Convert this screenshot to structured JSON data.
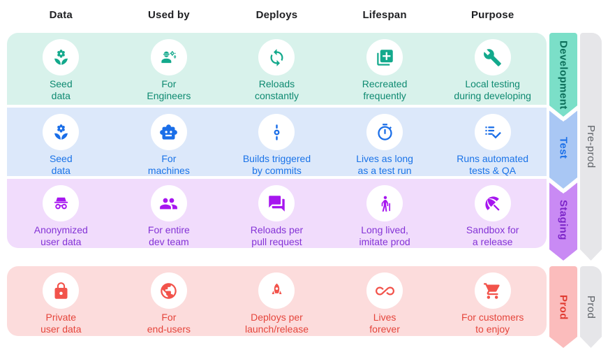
{
  "columns": [
    "Data",
    "Used by",
    "Deploys",
    "Lifespan",
    "Purpose"
  ],
  "rows": [
    {
      "label": "Development",
      "cells": [
        {
          "icon": "seed-icon",
          "text": "Seed\ndata"
        },
        {
          "icon": "engineer-icon",
          "text": "For\nEngineers"
        },
        {
          "icon": "sync-icon",
          "text": "Reloads\nconstantly"
        },
        {
          "icon": "library-add-icon",
          "text": "Recreated\nfrequently"
        },
        {
          "icon": "wrench-icon",
          "text": "Local testing\nduring developing"
        }
      ]
    },
    {
      "label": "Test",
      "cells": [
        {
          "icon": "seed-icon",
          "text": "Seed\ndata"
        },
        {
          "icon": "robot-icon",
          "text": "For\nmachines"
        },
        {
          "icon": "commit-icon",
          "text": "Builds triggered\nby commits"
        },
        {
          "icon": "timer-icon",
          "text": "Lives as long\nas a test run"
        },
        {
          "icon": "checklist-icon",
          "text": "Runs automated\ntests & QA"
        }
      ]
    },
    {
      "label": "Staging",
      "cells": [
        {
          "icon": "incognito-icon",
          "text": "Anonymized\nuser data"
        },
        {
          "icon": "group-icon",
          "text": "For entire\ndev team"
        },
        {
          "icon": "forum-icon",
          "text": "Reloads per\npull request"
        },
        {
          "icon": "elderly-icon",
          "text": "Long lived,\nimitate prod"
        },
        {
          "icon": "umbrella-icon",
          "text": "Sandbox for\na release"
        }
      ]
    },
    {
      "label": "Prod",
      "cells": [
        {
          "icon": "lock-icon",
          "text": "Private\nuser data"
        },
        {
          "icon": "globe-icon",
          "text": "For\nend-users"
        },
        {
          "icon": "rocket-icon",
          "text": "Deploys per\nlaunch/release"
        },
        {
          "icon": "infinity-icon",
          "text": "Lives\nforever"
        },
        {
          "icon": "cart-icon",
          "text": "For customers\nto enjoy"
        }
      ]
    }
  ],
  "group_ribbons": [
    {
      "label": "Pre-prod"
    },
    {
      "label": "Prod"
    }
  ],
  "colors": {
    "development": {
      "bg": "#d8f2eb",
      "icon": "#13a98c",
      "text": "#0e8a71",
      "ribbon": "#7bdfc8",
      "ribbon_text": "#0b6e59"
    },
    "test": {
      "bg": "#dce8fa",
      "icon": "#1a6ee8",
      "text": "#1a73e8",
      "ribbon": "#a9c7f4",
      "ribbon_text": "#1a6fe8"
    },
    "staging": {
      "bg": "#f1dcfc",
      "icon": "#a616ef",
      "text": "#8433d6",
      "ribbon": "#c98af4",
      "ribbon_text": "#7c24c9"
    },
    "prod": {
      "bg": "#fcdcdc",
      "icon": "#f2534b",
      "text": "#e5453b",
      "ribbon": "#fbbcbc",
      "ribbon_text": "#e03a30"
    },
    "group_ribbon_bg": "#e6e6e9",
    "group_ribbon_text": "#5f6368",
    "header_text": "#202124"
  }
}
